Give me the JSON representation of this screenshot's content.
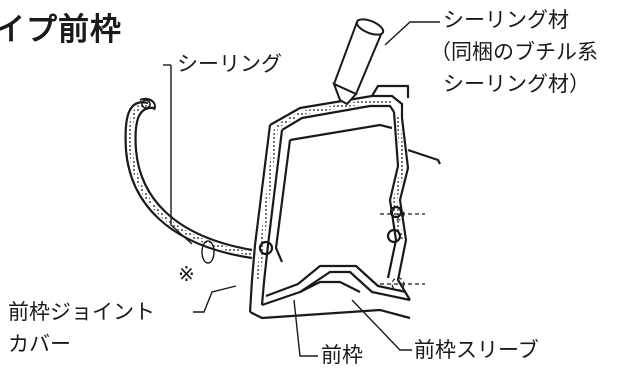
{
  "title": "イプ前枠",
  "labels": {
    "sealing_material": "シーリング材",
    "sealing_material_note": "（同梱のブチル系",
    "sealing_material_note2": "シーリング材）",
    "sealing": "シーリング",
    "joint_cover_line1": "前枠ジョイント",
    "joint_cover_line2": "カバー",
    "front_frame": "前枠",
    "front_frame_sleeve": "前枠スリーブ",
    "note_mark": "※"
  },
  "colors": {
    "line": "#1a1a1a",
    "hatch": "#444444",
    "background": "#ffffff"
  }
}
